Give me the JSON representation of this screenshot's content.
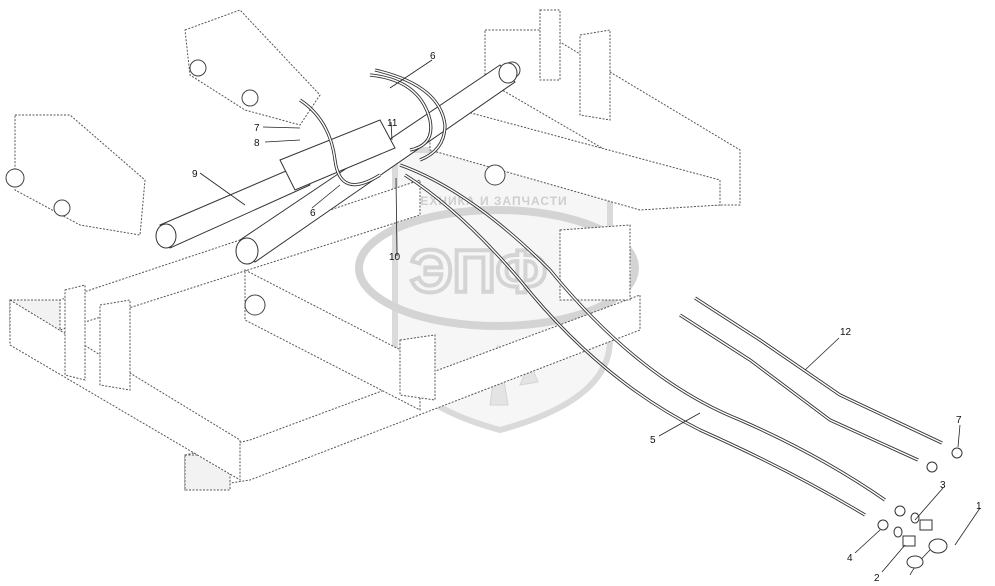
{
  "watermark": {
    "company_text": "ТЕХНИКА И ЗАПЧАСТИ",
    "logo_text": "ЭПФ"
  },
  "callouts": [
    {
      "id": "c1",
      "label": "1"
    },
    {
      "id": "c2",
      "label": "2"
    },
    {
      "id": "c3",
      "label": "3"
    },
    {
      "id": "c4",
      "label": "4"
    },
    {
      "id": "c5",
      "label": "5"
    },
    {
      "id": "c6a",
      "label": "6"
    },
    {
      "id": "c6b",
      "label": "6"
    },
    {
      "id": "c7a",
      "label": "7"
    },
    {
      "id": "c7b",
      "label": "7"
    },
    {
      "id": "c8",
      "label": "8"
    },
    {
      "id": "c9",
      "label": "9"
    },
    {
      "id": "c10",
      "label": "10"
    },
    {
      "id": "c11",
      "label": "11"
    },
    {
      "id": "c12",
      "label": "12"
    }
  ],
  "colors": {
    "line": "#333333",
    "watermark": "#cccccc",
    "background": "#ffffff"
  }
}
